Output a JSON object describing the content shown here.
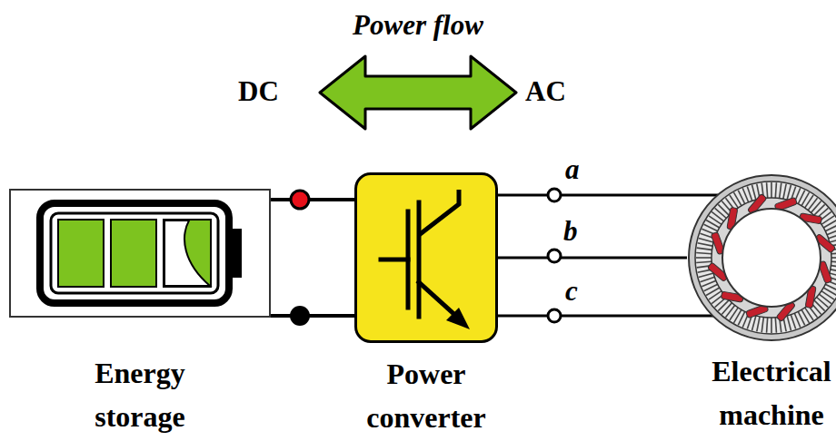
{
  "diagram": {
    "title": "Power flow",
    "nodes": [
      {
        "text": [
          "Energy storage"
        ]
      },
      {
        "text": [
          "Power converter"
        ]
      },
      {
        "text": [
          "Electrical machine"
        ]
      }
    ],
    "edges": [
      {
        "from": 0,
        "to": 1,
        "arrow": "none"
      },
      {
        "from": 1,
        "to": 2,
        "arrow": "none"
      }
    ],
    "labels": [
      "DC",
      "AC",
      "a",
      "b",
      "c"
    ]
  }
}
